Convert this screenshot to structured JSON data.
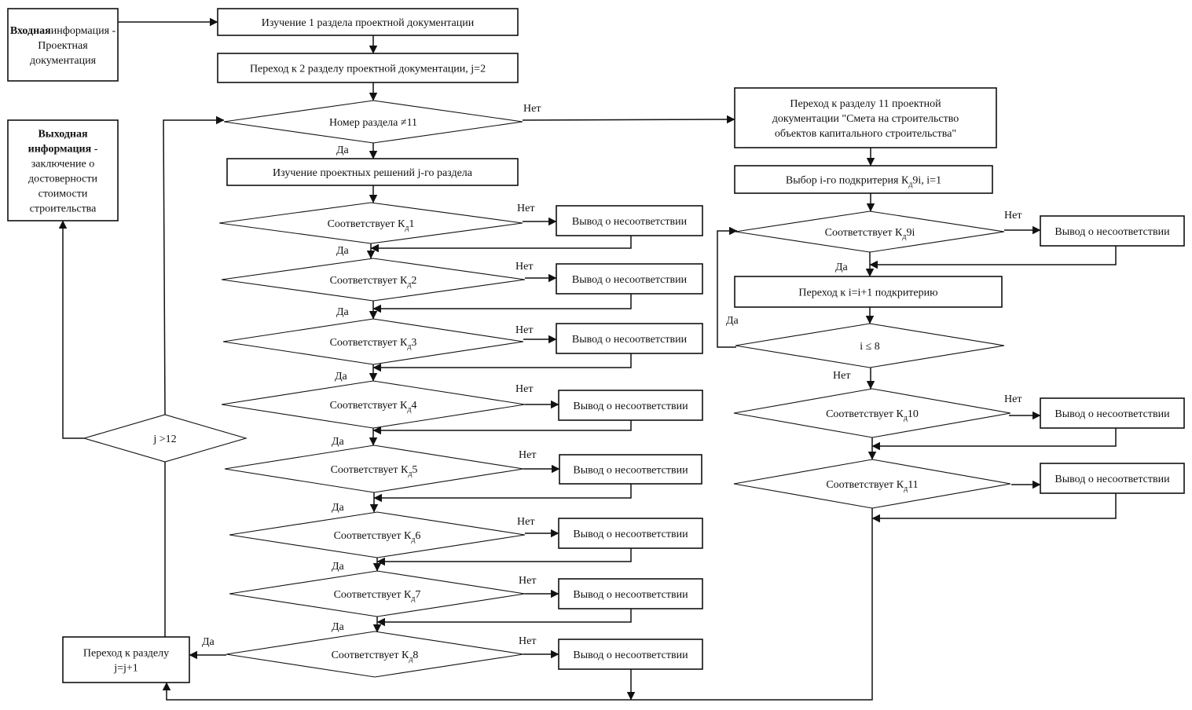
{
  "colors": {
    "line": "#111111",
    "background": "#ffffff"
  },
  "nodes": {
    "input": {
      "shape": "box",
      "lines": [
        [
          "Входная",
          "информация",
          " -"
        ],
        [
          "Проектная"
        ],
        [
          "документация"
        ]
      ]
    },
    "output": {
      "shape": "box",
      "lines": [
        [
          "Выходная"
        ],
        [
          "информация",
          " -"
        ],
        [
          "заключение о"
        ],
        [
          "достоверности"
        ],
        [
          "стоимости"
        ],
        [
          "строительства"
        ]
      ]
    },
    "study1": {
      "shape": "box",
      "lines": [
        [
          "Изучение 1 раздела проектной документации"
        ]
      ]
    },
    "goto2": {
      "shape": "box",
      "lines": [
        [
          "Переход к 2 разделу проектной документации, j=2"
        ]
      ]
    },
    "sec_ne_11": {
      "shape": "diamond",
      "lines": [
        [
          "Номер раздела ≠11"
        ]
      ]
    },
    "study_j": {
      "shape": "box",
      "lines": [
        [
          "Изучение проектных решений j-го раздела"
        ]
      ]
    },
    "kd1": {
      "shape": "diamond",
      "lines": [
        [
          "Соответствует К",
          "д",
          "1"
        ]
      ]
    },
    "kd2": {
      "shape": "diamond",
      "lines": [
        [
          "Соответствует К",
          "д",
          "2"
        ]
      ]
    },
    "kd3": {
      "shape": "diamond",
      "lines": [
        [
          "Соответствует К",
          "д",
          "3"
        ]
      ]
    },
    "kd4": {
      "shape": "diamond",
      "lines": [
        [
          "Соответствует К",
          "д",
          "4"
        ]
      ]
    },
    "kd5": {
      "shape": "diamond",
      "lines": [
        [
          "Соответствует К",
          "д",
          "5"
        ]
      ]
    },
    "kd6": {
      "shape": "diamond",
      "lines": [
        [
          "Соответствует К",
          "д",
          "6"
        ]
      ]
    },
    "kd7": {
      "shape": "diamond",
      "lines": [
        [
          "Соответствует К",
          "д",
          "7"
        ]
      ]
    },
    "kd8": {
      "shape": "diamond",
      "lines": [
        [
          "Соответствует К",
          "д",
          "8"
        ]
      ]
    },
    "out_kd1": {
      "shape": "box",
      "lines": [
        [
          "Вывод о несоответствии"
        ]
      ]
    },
    "out_kd2": {
      "shape": "box",
      "lines": [
        [
          "Вывод о несоответствии"
        ]
      ]
    },
    "out_kd3": {
      "shape": "box",
      "lines": [
        [
          "Вывод о несоответствии"
        ]
      ]
    },
    "out_kd4": {
      "shape": "box",
      "lines": [
        [
          "Вывод о несоответствии"
        ]
      ]
    },
    "out_kd5": {
      "shape": "box",
      "lines": [
        [
          "Вывод о несоответствии"
        ]
      ]
    },
    "out_kd6": {
      "shape": "box",
      "lines": [
        [
          "Вывод о несоответствии"
        ]
      ]
    },
    "out_kd7": {
      "shape": "box",
      "lines": [
        [
          "Вывод о несоответствии"
        ]
      ]
    },
    "out_kd8": {
      "shape": "box",
      "lines": [
        [
          "Вывод о несоответствии"
        ]
      ]
    },
    "j_gt_12": {
      "shape": "diamond",
      "lines": [
        [
          "j >12"
        ]
      ]
    },
    "next_section": {
      "shape": "box",
      "lines": [
        [
          "Переход к разделу"
        ],
        [
          "j=j+1"
        ]
      ]
    },
    "goto11": {
      "shape": "box",
      "lines": [
        [
          "Переход к разделу 11 проектной"
        ],
        [
          "документации \"Смета на строительство"
        ],
        [
          "объектов капитального строительства\""
        ]
      ]
    },
    "select_sub": {
      "shape": "box",
      "lines": [
        [
          "Выбор i-го подкритерия К",
          "д",
          "9i, i=1"
        ]
      ]
    },
    "kd9i": {
      "shape": "diamond",
      "lines": [
        [
          "Соответствует К",
          "д",
          "9i"
        ]
      ]
    },
    "out_kd9i": {
      "shape": "box",
      "lines": [
        [
          "Вывод о несоответствии"
        ]
      ]
    },
    "next_sub": {
      "shape": "box",
      "lines": [
        [
          "Переход к i=i+1 подкритерию"
        ]
      ]
    },
    "i_le_8": {
      "shape": "diamond",
      "lines": [
        [
          "i ≤ 8"
        ]
      ]
    },
    "kd10": {
      "shape": "diamond",
      "lines": [
        [
          "Соответствует К",
          "д",
          "10"
        ]
      ]
    },
    "out_kd10": {
      "shape": "box",
      "lines": [
        [
          "Вывод о несоответствии"
        ]
      ]
    },
    "kd11": {
      "shape": "diamond",
      "lines": [
        [
          "Соответствует К",
          "д",
          "11"
        ]
      ]
    },
    "out_kd11": {
      "shape": "box",
      "lines": [
        [
          "Вывод о несоответствии"
        ]
      ]
    }
  },
  "edges": [
    {
      "from": "input",
      "to": "study1",
      "label": ""
    },
    {
      "from": "study1",
      "to": "goto2",
      "label": ""
    },
    {
      "from": "goto2",
      "to": "sec_ne_11",
      "label": ""
    },
    {
      "from": "sec_ne_11",
      "to": "goto11",
      "label": "Нет"
    },
    {
      "from": "sec_ne_11",
      "to": "study_j",
      "label": "Да"
    },
    {
      "from": "study_j",
      "to": "kd1",
      "label": ""
    },
    {
      "from": "kd1",
      "to": "out_kd1",
      "label": "Нет"
    },
    {
      "from": "out_kd1",
      "to": "kd2",
      "label": ""
    },
    {
      "from": "kd1",
      "to": "kd2",
      "label": "Да"
    },
    {
      "from": "kd2",
      "to": "out_kd2",
      "label": "Нет"
    },
    {
      "from": "out_kd2",
      "to": "kd3",
      "label": ""
    },
    {
      "from": "kd2",
      "to": "kd3",
      "label": "Да"
    },
    {
      "from": "kd3",
      "to": "out_kd3",
      "label": "Нет"
    },
    {
      "from": "out_kd3",
      "to": "kd4",
      "label": ""
    },
    {
      "from": "kd3",
      "to": "kd4",
      "label": "Да"
    },
    {
      "from": "kd4",
      "to": "out_kd4",
      "label": "Нет"
    },
    {
      "from": "out_kd4",
      "to": "kd5",
      "label": ""
    },
    {
      "from": "kd4",
      "to": "kd5",
      "label": "Да"
    },
    {
      "from": "kd5",
      "to": "out_kd5",
      "label": "Нет"
    },
    {
      "from": "out_kd5",
      "to": "kd6",
      "label": ""
    },
    {
      "from": "kd5",
      "to": "kd6",
      "label": "Да"
    },
    {
      "from": "kd6",
      "to": "out_kd6",
      "label": "Нет"
    },
    {
      "from": "out_kd6",
      "to": "kd7",
      "label": ""
    },
    {
      "from": "kd6",
      "to": "kd7",
      "label": "Да"
    },
    {
      "from": "kd7",
      "to": "out_kd7",
      "label": "Нет"
    },
    {
      "from": "out_kd7",
      "to": "kd8",
      "label": ""
    },
    {
      "from": "kd7",
      "to": "kd8",
      "label": "Да"
    },
    {
      "from": "kd8",
      "to": "out_kd8",
      "label": "Нет"
    },
    {
      "from": "kd8",
      "to": "next_section",
      "label": "Да"
    },
    {
      "from": "next_section",
      "to": "j_gt_12",
      "label": ""
    },
    {
      "from": "j_gt_12",
      "to": "sec_ne_11",
      "label": ""
    },
    {
      "from": "j_gt_12",
      "to": "output",
      "label": ""
    },
    {
      "from": "goto11",
      "to": "select_sub",
      "label": ""
    },
    {
      "from": "select_sub",
      "to": "kd9i",
      "label": ""
    },
    {
      "from": "kd9i",
      "to": "out_kd9i",
      "label": "Нет"
    },
    {
      "from": "out_kd9i",
      "to": "next_sub",
      "label": ""
    },
    {
      "from": "kd9i",
      "to": "next_sub",
      "label": "Да"
    },
    {
      "from": "next_sub",
      "to": "i_le_8",
      "label": ""
    },
    {
      "from": "i_le_8",
      "to": "kd9i",
      "label": "Да"
    },
    {
      "from": "i_le_8",
      "to": "kd10",
      "label": "Нет"
    },
    {
      "from": "kd10",
      "to": "out_kd10",
      "label": "Нет"
    },
    {
      "from": "out_kd10",
      "to": "kd11",
      "label": ""
    },
    {
      "from": "kd11",
      "to": "out_kd11",
      "label": "Нет"
    },
    {
      "from": "out_kd11",
      "to": "next_section",
      "label": ""
    },
    {
      "from": "out_kd8",
      "to": "next_section",
      "label": ""
    }
  ]
}
